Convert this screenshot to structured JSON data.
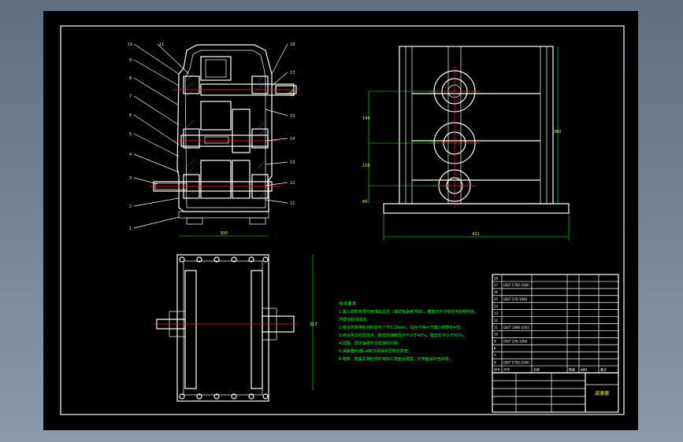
{
  "drawing": {
    "part_labels_left": [
      "10",
      "9",
      "8",
      "7",
      "6",
      "5",
      "4",
      "3",
      "2",
      "1"
    ],
    "part_labels_right": [
      "11",
      "12",
      "13",
      "14",
      "15",
      "16",
      "17",
      "18"
    ],
    "part_labels_top": [
      "11"
    ],
    "tech_title": "技术要求",
    "tech_lines": [
      "1.装入前所有零件用煤油清洗（滚动轴承用汽油），箱体内不许有任何杂物存在，",
      "   内壁涂耐油油漆。",
      "2.啮合侧隙用铅丝检验不小于0.16mm，铅丝不得大于最小侧隙的4倍。",
      "3.用涂色法检验斑点，按齿高接触斑点不小于40%，按齿长不小于50%。",
      "4.调整、固定轴承时应留轴向间隙。",
      "5.减速器内装L-AN15润滑油至规定高度。",
      "6.箱体、箱盖及其他零件未加工表面涂底漆，外表面涂灰色油漆。"
    ],
    "bom_header": [
      "序号",
      "代号",
      "名称",
      "数量",
      "材料",
      "备注"
    ],
    "bom_rows": [
      [
        "18",
        "",
        "",
        "",
        "",
        ""
      ],
      [
        "17",
        "GB/T 5782-2000",
        "",
        "",
        "",
        ""
      ],
      [
        "16",
        "",
        "",
        "",
        "",
        ""
      ],
      [
        "15",
        "GB/T 276-1994",
        "",
        "",
        "",
        ""
      ],
      [
        "14",
        "",
        "",
        "",
        "",
        ""
      ],
      [
        "13",
        "",
        "",
        "",
        "",
        ""
      ],
      [
        "12",
        "",
        "",
        "",
        "",
        ""
      ],
      [
        "11",
        "GB/T 1096-2003",
        "",
        "",
        "",
        ""
      ],
      [
        "10",
        "",
        "",
        "",
        "",
        ""
      ],
      [
        "9",
        "GB/T 276-1994",
        "",
        "",
        "",
        ""
      ],
      [
        "8",
        "",
        "",
        "",
        "",
        ""
      ],
      [
        "7",
        "",
        "",
        "",
        "",
        ""
      ],
      [
        "6",
        "GB/T 5782-2000",
        "",
        "",
        "",
        ""
      ]
    ],
    "title_block_name": "减速器",
    "dim_front_width": "300",
    "dim_side_width": "421",
    "dim_side_height": "360",
    "dim_side_a": "145",
    "dim_side_b": "110",
    "dim_side_c": "84",
    "dim_top_height": "317"
  }
}
